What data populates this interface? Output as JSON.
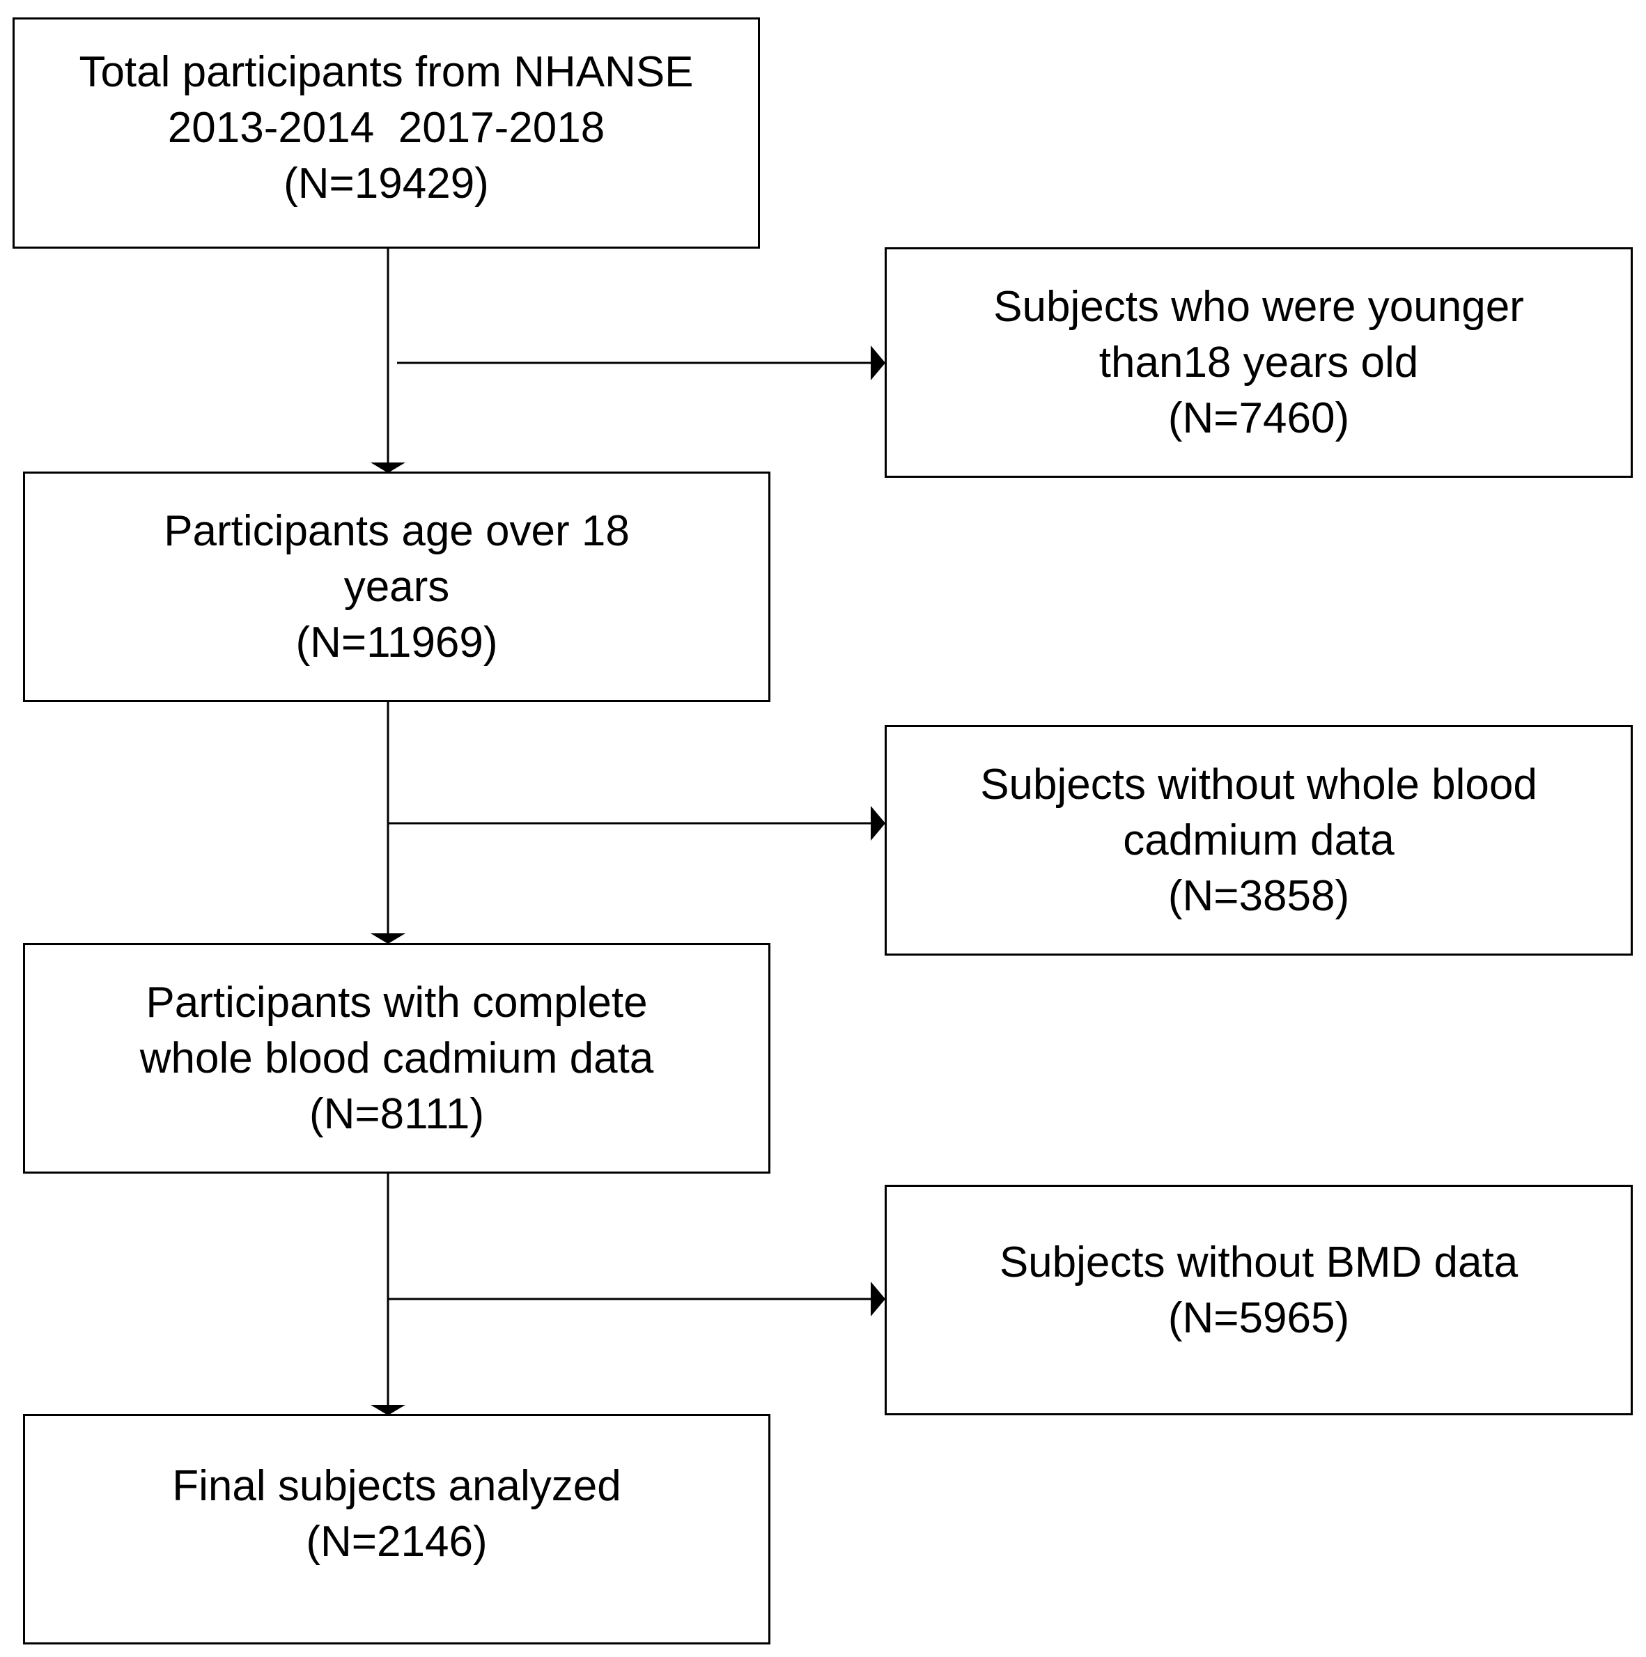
{
  "flowchart": {
    "main": {
      "total": "Total participants from NHANSE\n2013-2014  2017-2018\n(N=19429)",
      "age": "Participants age over 18\nyears\n(N=11969)",
      "cadmium": "Participants with complete\nwhole blood cadmium data\n(N=8111)",
      "final": "Final subjects analyzed\n(N=2146)"
    },
    "exclusions": {
      "age": "Subjects who were younger\nthan18 years old\n(N=7460)",
      "cadmium": "Subjects without whole blood\ncadmium data\n(N=3858)",
      "bmd": "Subjects without BMD data\n(N=5965)"
    }
  }
}
